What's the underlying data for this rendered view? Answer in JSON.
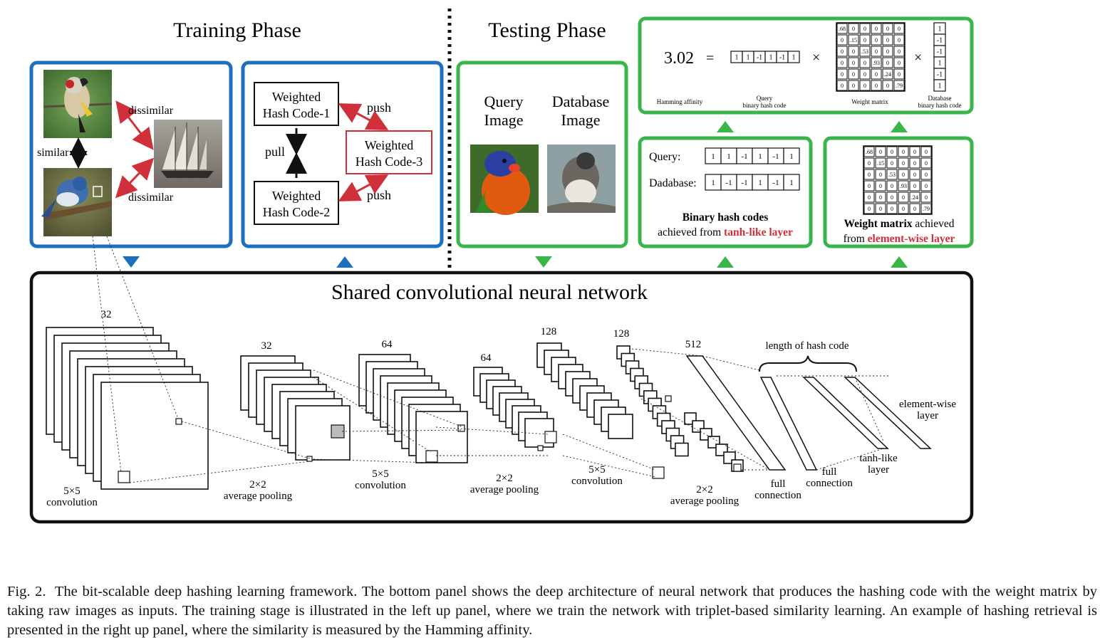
{
  "training": {
    "title": "Training Phase",
    "similar": "similar",
    "dissimilar_top": "dissimilar",
    "dissimilar_bottom": "dissimilar",
    "hash1": [
      "Weighted",
      "Hash Code-1"
    ],
    "hash2": [
      "Weighted",
      "Hash Code-2"
    ],
    "hash3": [
      "Weighted",
      "Hash Code-3"
    ],
    "pull": "pull",
    "push_top": "push",
    "push_bottom": "push"
  },
  "testing": {
    "title": "Testing Phase",
    "query_image": [
      "Query",
      "Image"
    ],
    "database_image": [
      "Database",
      "Image"
    ],
    "affinity_value": "3.02",
    "equals": "=",
    "times": "×",
    "affinity_label": "Hamming affinity",
    "query_code_label": [
      "Query",
      "binary hash code"
    ],
    "weight_matrix_label": "Weight matrix",
    "database_code_label": [
      "Database",
      "binary hash code"
    ],
    "query_code": [
      "1",
      "1",
      "-1",
      "1",
      "-1",
      "1"
    ],
    "database_code_column": [
      "1",
      "-1",
      "-1",
      "1",
      "-1",
      "1"
    ],
    "weight_diagonal": [
      ".68",
      ".15",
      ".53",
      ".93",
      ".24",
      ".79"
    ],
    "query_row_label": "Query:",
    "database_row_label": "Dadabase:",
    "query_row": [
      "1",
      "1",
      "-1",
      "1",
      "-1",
      "1"
    ],
    "database_row": [
      "1",
      "-1",
      "-1",
      "1",
      "-1",
      "1"
    ],
    "binary_caption_bold": "Binary hash codes",
    "binary_caption_plain": "achieved from ",
    "binary_caption_red": "tanh-like layer",
    "weight_caption_bold": "Weight matrix",
    "weight_caption_plain1": " achieved",
    "weight_caption_plain2": "from ",
    "weight_caption_red": "element-wise layer"
  },
  "network": {
    "title": "Shared convolutional neural network",
    "counts": [
      "32",
      "32",
      "64",
      "64",
      "128",
      "128",
      "512"
    ],
    "length_label": "length of hash code",
    "element_wise": [
      "element-wise",
      "layer"
    ],
    "tanh_like": [
      "tanh-like",
      "layer"
    ],
    "conv1": [
      "5×5",
      "convolution"
    ],
    "pool1": [
      "2×2",
      "average pooling"
    ],
    "conv2": [
      "5×5",
      "convolution"
    ],
    "pool2": [
      "2×2",
      "average pooling"
    ],
    "conv3": [
      "5×5",
      "convolution"
    ],
    "pool3": [
      "2×2",
      "average pooling"
    ],
    "fc1": [
      "full",
      "connection"
    ],
    "fc2": [
      "full",
      "connection"
    ]
  },
  "caption": {
    "label": "Fig. 2.",
    "text": "The bit-scalable deep hashing learning framework. The bottom panel shows the deep architecture of neural network that produces the hashing code with the weight matrix by taking raw images as inputs. The training stage is illustrated in the left up panel, where we train the network with triplet-based similarity learning. An example of hashing retrieval is presented in the right up panel, where the similarity is measured by the Hamming affinity."
  },
  "colors": {
    "blue": "#1f6fbf",
    "green": "#3ab54a",
    "red": "#d0303a",
    "black": "#111111"
  }
}
